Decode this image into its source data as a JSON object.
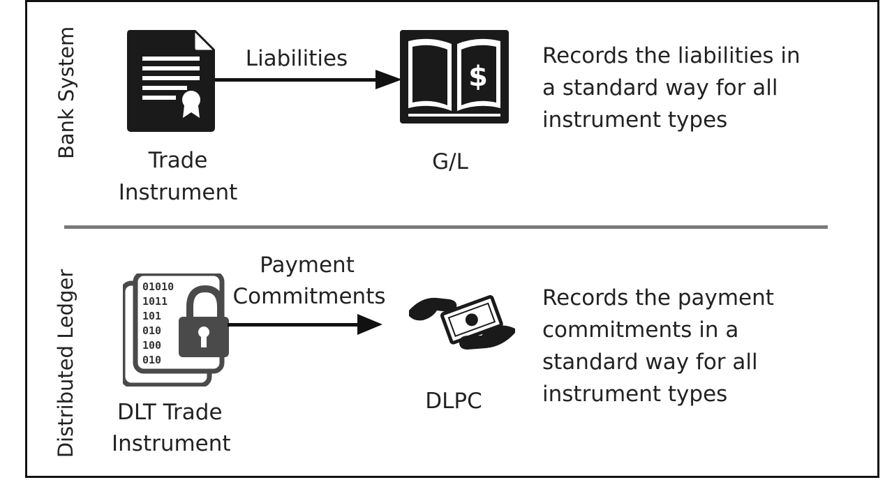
{
  "sections": {
    "bank": {
      "label": "Bank System",
      "source_label_line1": "Trade",
      "source_label_line2": "Instrument",
      "arrow_label": "Liabilities",
      "target_label": "G/L",
      "description_lines": [
        "Records the liabilities in",
        "a standard way for all",
        "instrument types"
      ]
    },
    "dlt": {
      "label": "Distributed Ledger",
      "source_label_line1": "DLT Trade",
      "source_label_line2": "Instrument",
      "arrow_label_line1": "Payment",
      "arrow_label_line2": "Commitments",
      "target_label": "DLPC",
      "description_lines": [
        "Records the payment",
        "commitments in a",
        "standard way for all",
        "instrument types"
      ]
    }
  },
  "icons": {
    "trade_instrument": "certificate-document-icon",
    "gl": "ledger-book-dollar-icon",
    "dlt_instrument": "binary-document-lock-icon",
    "dlpc": "hands-exchanging-money-icon"
  },
  "binary_text": [
    "01010",
    "1011",
    "101",
    "010",
    "100",
    "010"
  ],
  "colors": {
    "icon_dark": "#1a1a1a",
    "lock_gray": "#4a4a4a",
    "divider": "#7a7a7a",
    "text": "#222222"
  }
}
